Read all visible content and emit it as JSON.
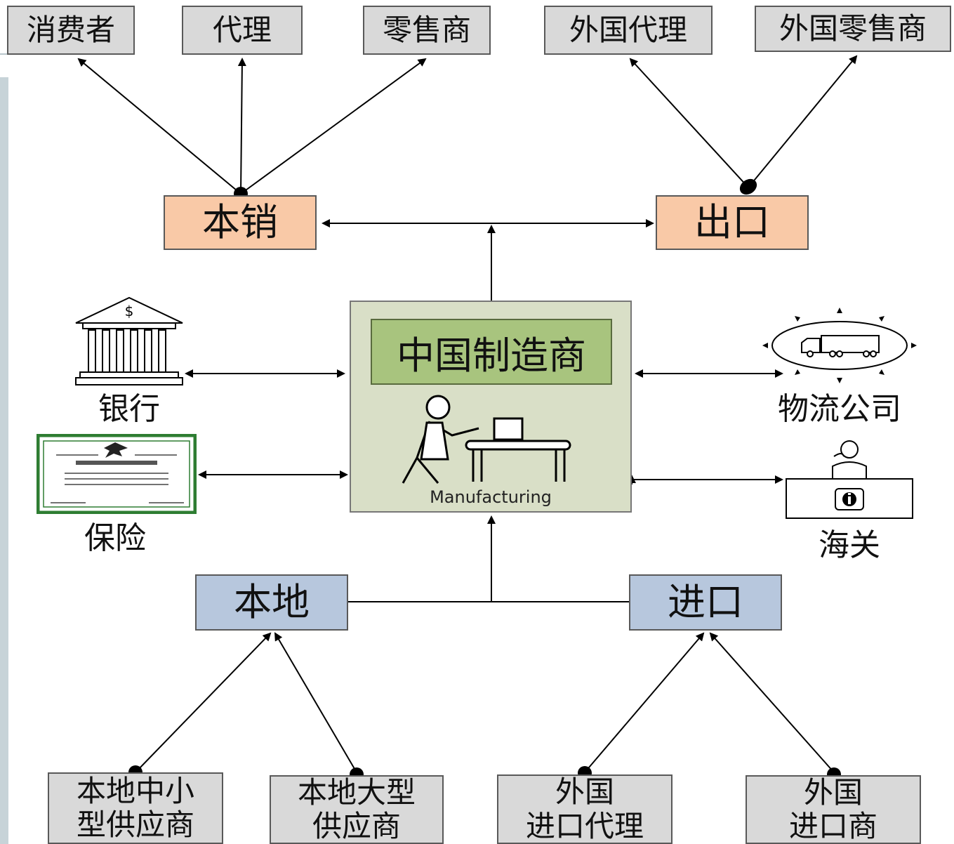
{
  "top_row": {
    "consumer": "消费者",
    "agent": "代理",
    "retailer": "零售商",
    "foreign_agent": "外国代理",
    "foreign_retailer": "外国零售商"
  },
  "channels": {
    "domestic_sales": "本销",
    "export": "出口"
  },
  "center": {
    "title": "中国制造商",
    "caption": "Manufacturing"
  },
  "services": {
    "bank": "银行",
    "insurance": "保险",
    "logistics": "物流公司",
    "customs": "海关"
  },
  "sources": {
    "local": "本地",
    "import": "进口"
  },
  "bottom_row": {
    "local_small_supplier": [
      "本地中小",
      "型供应商"
    ],
    "local_large_supplier": [
      "本地大型",
      "供应商"
    ],
    "foreign_import_agent": [
      "外国",
      "进口代理"
    ],
    "foreign_importer": [
      "外国",
      "进口商"
    ]
  },
  "colors": {
    "gray": "#d9d9d9",
    "orange": "#f9c9a7",
    "blue": "#b7c7dd",
    "center": "#d9dfc7",
    "center_title": "#a8c47e",
    "insurance_border": "#2e7d32"
  },
  "icons": [
    "bank-icon",
    "insurance-certificate-icon",
    "logistics-truck-icon",
    "customs-officer-icon",
    "worker-conveyor-icon"
  ]
}
